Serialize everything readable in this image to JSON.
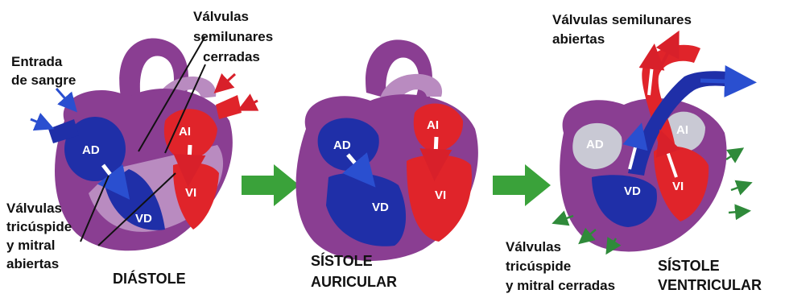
{
  "colors": {
    "venous_blue": "#1f2fa8",
    "arterial_red": "#e0242a",
    "muscle_purple": "#8a3e92",
    "muscle_light": "#b98bc0",
    "step_arrow_green": "#3aa23a",
    "flow_arrow_blue": "#2a4fd0",
    "flow_arrow_red": "#d8202a",
    "flow_arrow_green": "#2f8a3a"
  },
  "panels": [
    {
      "phase": [
        "DIÁSTOLE"
      ],
      "chambers": {
        "ra": "AD",
        "la": "AI",
        "rv": "VD",
        "lv": "VI"
      },
      "labels": {
        "inflow": [
          "Entrada",
          "de sangre"
        ],
        "valves": [
          "Válvulas",
          "semilunares",
          "cerradas"
        ],
        "av_valves": [
          "Válvulas",
          "tricúspide",
          "y mitral",
          "abiertas"
        ]
      }
    },
    {
      "phase": [
        "SÍSTOLE",
        "AURICULAR"
      ],
      "chambers": {
        "ra": "AD",
        "la": "AI",
        "rv": "VD",
        "lv": "VI"
      }
    },
    {
      "phase": [
        "SÍSTOLE",
        "VENTRICULAR"
      ],
      "chambers": {
        "ra": "AD",
        "la": "AI",
        "rv": "VD",
        "lv": "VI"
      },
      "labels": {
        "valves": [
          "Válvulas semilunares",
          "abiertas"
        ],
        "av_valves": [
          "Válvulas",
          "tricúspide",
          "y mitral cerradas"
        ]
      }
    }
  ],
  "step_arrows": [
    "step-arrow-1",
    "step-arrow-2"
  ]
}
